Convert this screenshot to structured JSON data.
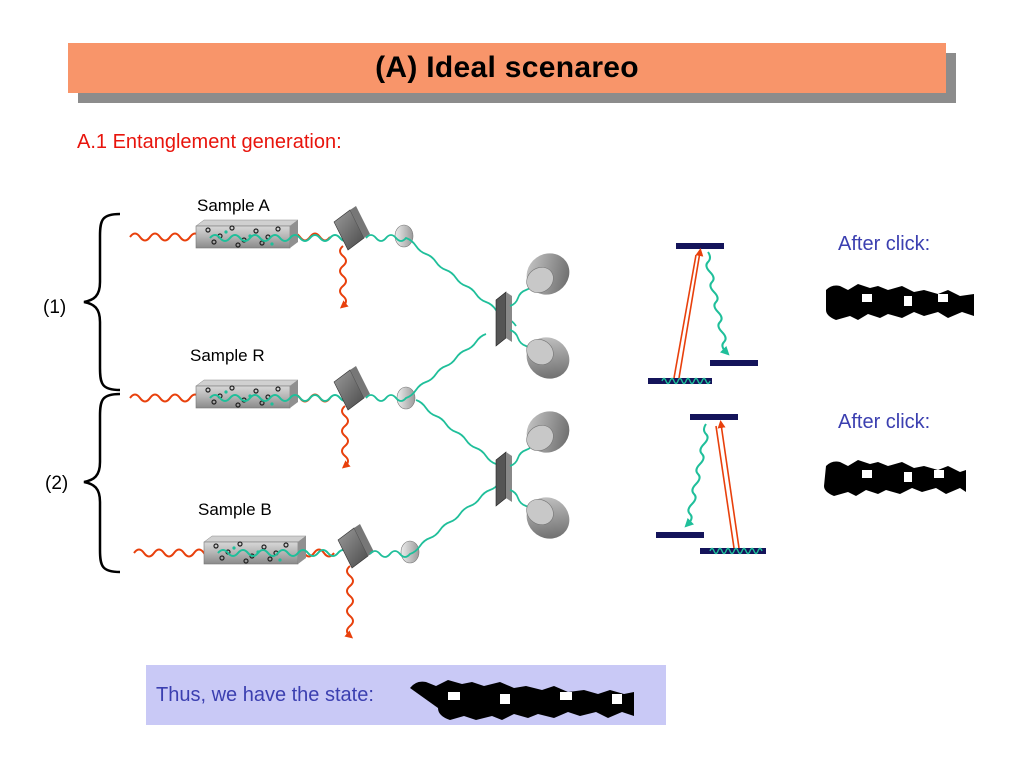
{
  "title": "(A)  Ideal scenareo",
  "subtitle": "A.1 Entanglement generation:",
  "samples": {
    "a": "Sample A",
    "r": "Sample R",
    "b": "Sample B"
  },
  "braces": {
    "first": "(1)",
    "second": "(2)"
  },
  "after_click": {
    "first": "After click:",
    "second": "After click:"
  },
  "result": {
    "label": "Thus, we have the state:"
  },
  "colors": {
    "title_bg": "#f8956a",
    "title_shadow": "#8c8c8c",
    "subtitle": "#e8140c",
    "accent_text": "#3b3fb0",
    "result_bg": "#c9c9f6",
    "red_photon": "#e8400c",
    "green_photon": "#1fbf9a",
    "level_bar": "#14145a"
  }
}
